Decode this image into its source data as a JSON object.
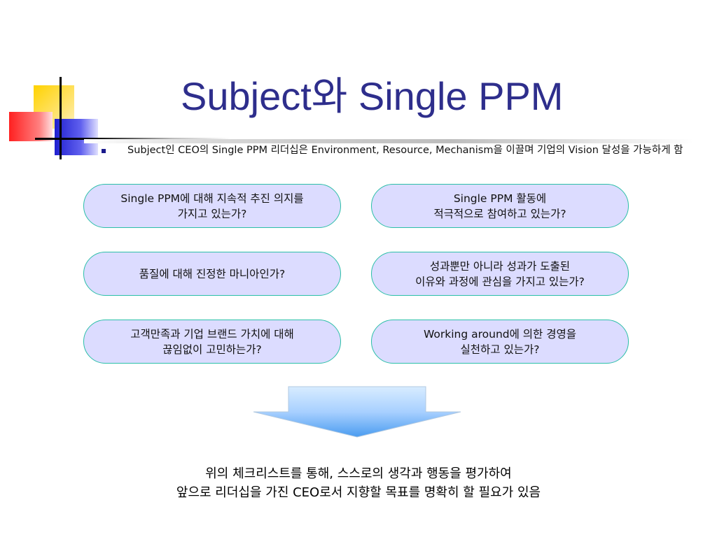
{
  "title": "Subject와 Single PPM",
  "bullet": "Subject인 CEO의 Single PPM 리더십은 Environment, Resource, Mechanism을 이끌며 기업의 Vision 달성을 가능하게 함",
  "checklist": [
    {
      "lines": [
        "Single PPM에 대해 지속적 추진 의지를",
        "가지고 있는가?"
      ]
    },
    {
      "lines": [
        "Single PPM 활동에",
        "적극적으로 참여하고 있는가?"
      ]
    },
    {
      "lines": [
        "품질에 대해 진정한 마니아인가?"
      ]
    },
    {
      "lines": [
        "성과뿐만 아니라 성과가 도출된",
        "이유와 과정에 관심을 가지고 있는가?"
      ]
    },
    {
      "lines": [
        "고객만족과 기업 브랜드 가치에 대해",
        "끊임없이 고민하는가?"
      ]
    },
    {
      "lines": [
        "Working around에 의한 경영을",
        "실천하고 있는가?"
      ]
    }
  ],
  "conclusion": {
    "line1": "위의 체크리스트를 통해, 스스로의 생각과 행동을 평가하여",
    "line2": "앞으로 리더십을 가진 CEO로서 지향할 목표를 명확히 할 필요가 있음"
  },
  "colors": {
    "title": "#2e2e8c",
    "pill_fill": "#dcdcff",
    "pill_border": "#2bbfa8",
    "arrow_top": "#cfe6ff",
    "arrow_bottom": "#4a9cf0"
  }
}
